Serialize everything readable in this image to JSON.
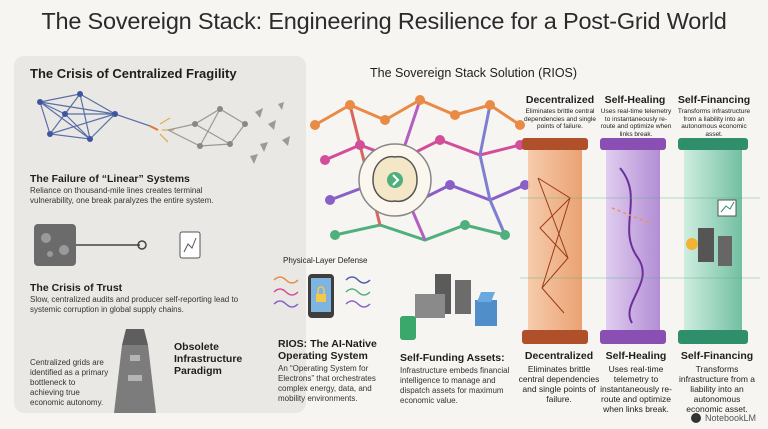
{
  "title": "The Sovereign Stack: Engineering Resilience for a Post-Grid World",
  "left": {
    "heading": "The Crisis of Centralized Fragility",
    "linear": {
      "title": "The Failure of “Linear” Systems",
      "text": "Reliance on thousand-mile lines creates terminal vulnerability, one break paralyzes the entire system."
    },
    "trust": {
      "title": "The Crisis of Trust",
      "text": "Slow, centralized audits and producer self-reporting lead to systemic corruption in global supply chains."
    },
    "obsolete": {
      "title": "Obsolete Infrastructure Paradigm",
      "text": "Centralized grids are identified as a primary bottleneck to achieving true economic autonomy."
    }
  },
  "solution": {
    "heading": "The Sovereign Stack Solution (RIOS)",
    "physical_layer": "Physical-Layer Defense",
    "rios": {
      "title": "RIOS: The AI-Native Operating System",
      "text": "An “Operating System for Electrons” that orchestrates complex energy, data, and mobility environments."
    },
    "self_funding": {
      "title": "Self-Funding Assets:",
      "text": "Infrastructure embeds financial intelligence to manage and dispatch assets for maximum economic value."
    }
  },
  "pillars": [
    {
      "title": "Decentralized",
      "top_text": "Eliminates brittle central dependencies and single points of failure.",
      "bottom_text": "Eliminates brittle central dependencies and single points of failure.",
      "color": "#f0a070"
    },
    {
      "title": "Self-Healing",
      "top_text": "Uses real-time telemetry to instantaneously re-route and optimize when links break.",
      "bottom_text": "Uses real-time telemetry to instantaneously re-route and optimize when links break.",
      "color": "#b58ad8"
    },
    {
      "title": "Self-Financing",
      "top_text": "Transforms infrastructure from a liability into an autonomous economic asset.",
      "bottom_text": "Transforms infrastructure from a liability into an autonomous economic asset.",
      "color": "#6cc4a4"
    }
  ],
  "brand": "NotebookLM"
}
